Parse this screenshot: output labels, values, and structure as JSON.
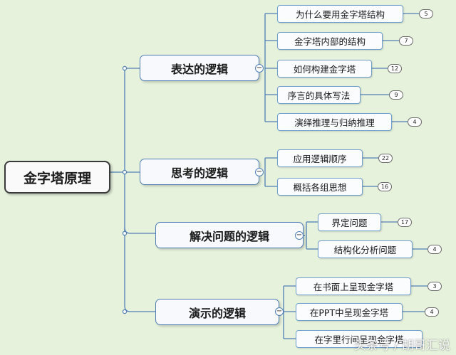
{
  "root": {
    "label": "金字塔原理"
  },
  "branches": [
    {
      "label": "表达的逻辑",
      "children": [
        {
          "label": "为什么要用金字塔结构",
          "count": "5"
        },
        {
          "label": "金字塔内部的结构",
          "count": "7"
        },
        {
          "label": "如何构建金字塔",
          "count": "12"
        },
        {
          "label": "序言的具体写法",
          "count": "9"
        },
        {
          "label": "演绎推理与归纳推理",
          "count": "4"
        }
      ]
    },
    {
      "label": "思考的逻辑",
      "children": [
        {
          "label": "应用逻辑顺序",
          "count": "22"
        },
        {
          "label": "概括各组思想",
          "count": "16"
        }
      ]
    },
    {
      "label": "解决问题的逻辑",
      "children": [
        {
          "label": "界定问题",
          "count": "17"
        },
        {
          "label": "结构化分析问题",
          "count": "4"
        }
      ]
    },
    {
      "label": "演示的逻辑",
      "children": [
        {
          "label": "在书面上呈现金字塔",
          "count": "3"
        },
        {
          "label": "在PPT中呈现金字塔",
          "count": "4"
        },
        {
          "label": "在字里行间呈现金字塔",
          "count": ""
        }
      ]
    }
  ],
  "controls": {
    "collapse_symbol": "−"
  },
  "watermark": "头条号 / 胡哥汇说",
  "colors": {
    "background": "#e6f2dc",
    "connector": "#4f7fb6",
    "node_border": "#4f7fb6"
  }
}
